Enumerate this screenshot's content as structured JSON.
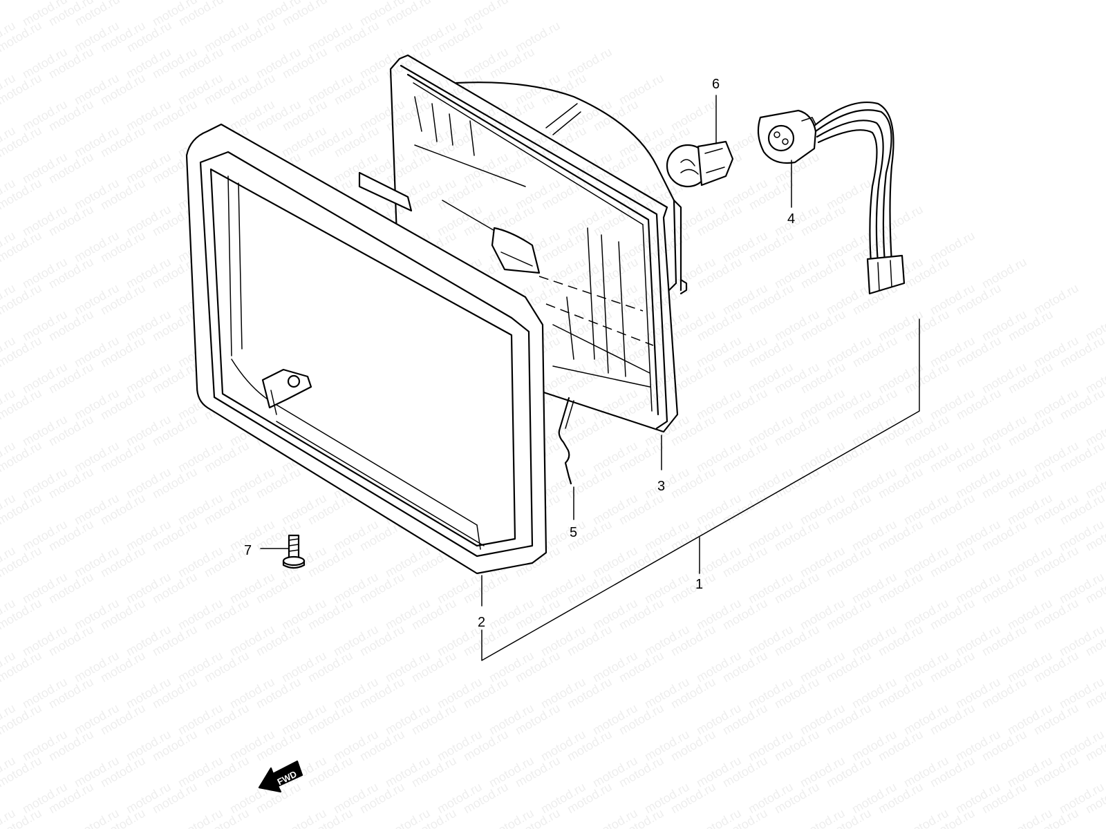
{
  "watermark": {
    "text": "motod.ru"
  },
  "callouts": {
    "c1": "1",
    "c2": "2",
    "c3": "3",
    "c4": "4",
    "c5": "5",
    "c6": "6",
    "c7": "7"
  },
  "direction_arrow": {
    "label": "FWD"
  }
}
